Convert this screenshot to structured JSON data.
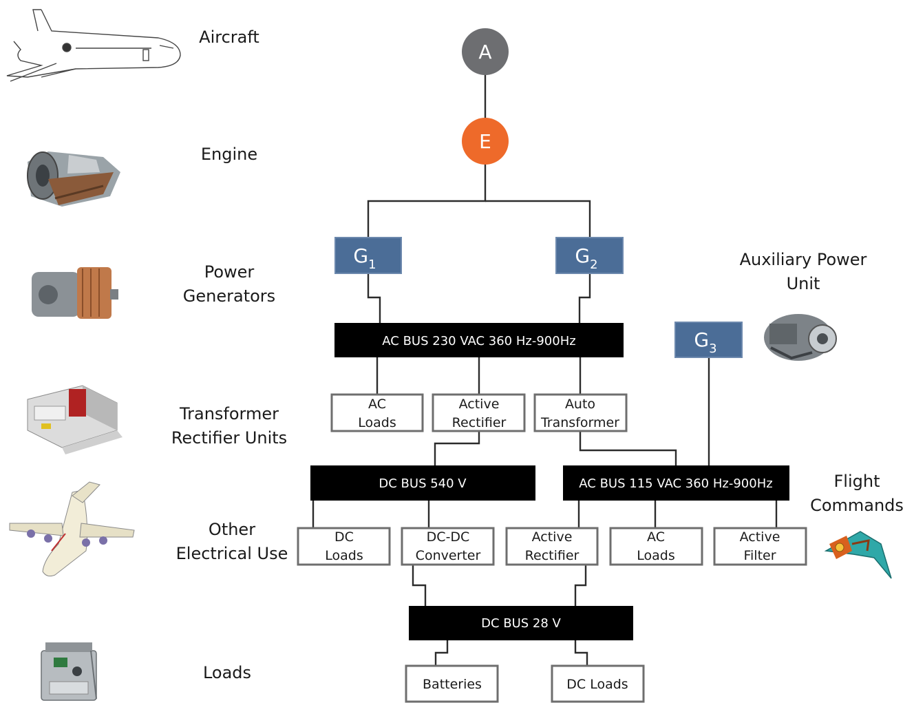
{
  "levels": {
    "aircraft": "Aircraft",
    "engine": "Engine",
    "power_generators": [
      "Power",
      "Generators"
    ],
    "tru": [
      "Transformer",
      "Rectifier Units"
    ],
    "other": [
      "Other",
      "Electrical Use"
    ],
    "loads": "Loads"
  },
  "side_labels": {
    "apu": [
      "Auxiliary Power",
      "Unit"
    ],
    "flight_commands": [
      "Flight",
      "Commands"
    ]
  },
  "nodes": {
    "aircraft": "A",
    "engine": "E",
    "g1": {
      "base": "G",
      "sub": "1"
    },
    "g2": {
      "base": "G",
      "sub": "2"
    },
    "g3": {
      "base": "G",
      "sub": "3"
    }
  },
  "buses": {
    "ac230": "AC BUS 230 VAC 360 Hz-900Hz",
    "dc540": "DC BUS 540 V",
    "ac115": "AC BUS 115 VAC 360 Hz-900Hz",
    "dc28": "DC BUS 28 V"
  },
  "boxes": {
    "ac_loads_1": [
      "AC",
      "Loads"
    ],
    "active_rectifier_1": [
      "Active",
      "Rectifier"
    ],
    "auto_transformer": [
      "Auto",
      "Transformer"
    ],
    "dc_loads_1": [
      "DC",
      "Loads"
    ],
    "dcdc_converter": [
      "DC-DC",
      "Converter"
    ],
    "active_rectifier_2": [
      "Active",
      "Rectifier"
    ],
    "ac_loads_2": [
      "AC",
      "Loads"
    ],
    "active_filter": [
      "Active",
      "Filter"
    ],
    "batteries": "Batteries",
    "dc_loads_2": "DC Loads"
  },
  "colors": {
    "aircraft_node": "#6d6e71",
    "engine_node": "#ee6a2a",
    "generator": "#4b6d97",
    "bus": "#000000"
  },
  "icons": [
    "airliner-icon",
    "turbofan-engine-icon",
    "generator-icon",
    "tru-unit-icon",
    "cargo-aircraft-icon",
    "apu-icon",
    "flight-control-icon",
    "battery-pack-icon"
  ]
}
